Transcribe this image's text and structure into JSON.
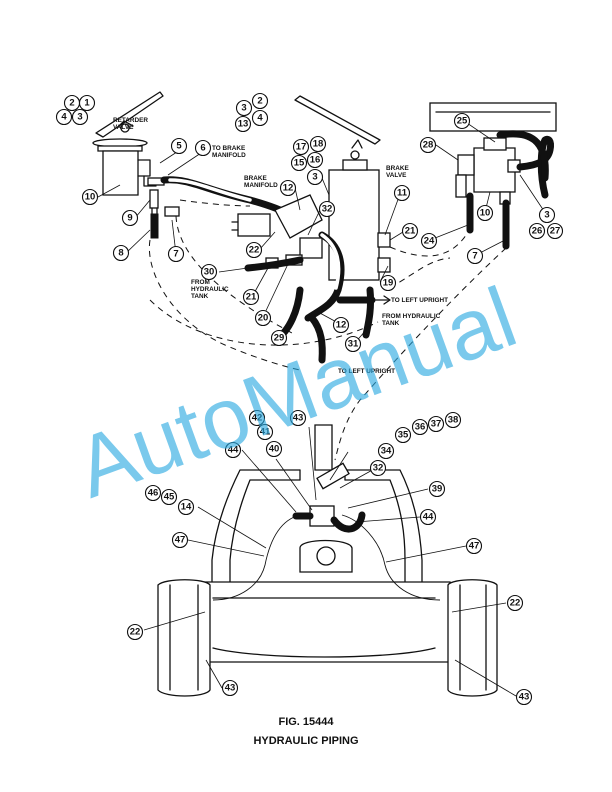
{
  "figure": {
    "number": "FIG. 15444",
    "title": "HYDRAULIC PIPING"
  },
  "watermark": {
    "text": "AutoManual",
    "color": "#29a9e1"
  },
  "labels": {
    "retarder_valve_1": "RETARDER",
    "retarder_valve_2": "VALVE",
    "to_brake_manifold_1": "TO BRAKE",
    "to_brake_manifold_2": "MANIFOLD",
    "brake_manifold_1": "BRAKE",
    "brake_manifold_2": "MANIFOLD",
    "brake_valve_1": "BRAKE",
    "brake_valve_2": "VALVE",
    "from_hydraulic_tank_a_1": "FROM",
    "from_hydraulic_tank_a_2": "HYDRAULIC",
    "from_hydraulic_tank_a_3": "TANK",
    "to_left_upright_a": "TO LEFT UPRIGHT",
    "from_hydraulic_tank_b_1": "FROM HYDRAULIC",
    "from_hydraulic_tank_b_2": "TANK",
    "to_left_upright_b": "TO LEFT UPRIGHT"
  },
  "callouts": [
    "2",
    "1",
    "4",
    "3",
    "3",
    "2",
    "13",
    "4",
    "5",
    "6",
    "10",
    "9",
    "8",
    "7",
    "17",
    "18",
    "15",
    "16",
    "3",
    "12",
    "32",
    "22",
    "11",
    "21",
    "19",
    "20",
    "21",
    "30",
    "12",
    "29",
    "31",
    "25",
    "28",
    "10",
    "24",
    "7",
    "3",
    "26",
    "27",
    "42",
    "43",
    "41",
    "40",
    "44",
    "36",
    "37",
    "38",
    "35",
    "34",
    "32",
    "39",
    "44",
    "46",
    "45",
    "14",
    "47",
    "47",
    "22",
    "22",
    "43",
    "43"
  ]
}
